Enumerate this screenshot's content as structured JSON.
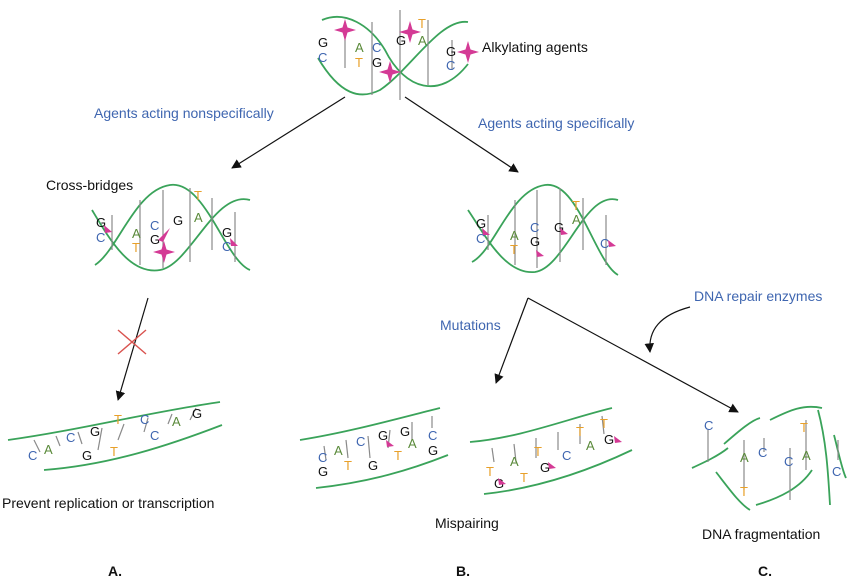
{
  "labels": {
    "alkylating_agents": "Alkylating agents",
    "nonspecific": "Agents acting nonspecifically",
    "specific": "Agents acting specifically",
    "cross_bridges": "Cross-bridges",
    "repair_enzymes": "DNA repair enzymes",
    "mutations": "Mutations",
    "prevent": "Prevent replication or transcription",
    "mispairing": "Mispairing",
    "fragmentation": "DNA fragmentation",
    "panel_a": "A.",
    "panel_b": "B.",
    "panel_c": "C."
  },
  "colors": {
    "strand": "#3aa35a",
    "label_blue": "#3f66b0",
    "agent_magenta": "#d43a95",
    "base_G": "#111111",
    "base_C": "#3f66b0",
    "base_A": "#5a8a3a",
    "base_T": "#e8a02a",
    "block_x": "#d9534f"
  },
  "bases": {
    "top": [
      "G",
      "C",
      "A",
      "T",
      "C",
      "G",
      "G",
      "A",
      "T",
      "G",
      "C"
    ],
    "cross": [
      "G",
      "C",
      "A",
      "T",
      "C",
      "G",
      "G",
      "T",
      "A",
      "G",
      "C"
    ],
    "specific": [
      "G",
      "C",
      "A",
      "T",
      "C",
      "G",
      "T",
      "A",
      "G",
      "C"
    ],
    "prevent": [
      "C",
      "A",
      "C",
      "G",
      "T",
      "G",
      "T",
      "C",
      "C",
      "A",
      "G"
    ],
    "mis_left": [
      "C",
      "G",
      "A",
      "T",
      "C",
      "G",
      "G",
      "T",
      "A",
      "G",
      "C",
      "G"
    ],
    "mis_right": [
      "T",
      "G",
      "A",
      "T",
      "T",
      "G",
      "C",
      "T",
      "A",
      "G",
      "T"
    ],
    "frag": [
      "C",
      "A",
      "C",
      "C",
      "A",
      "T",
      "T",
      "C"
    ]
  },
  "icons": {
    "agent": "alkylating-agent-star-icon",
    "block": "blocked-cross-icon"
  }
}
